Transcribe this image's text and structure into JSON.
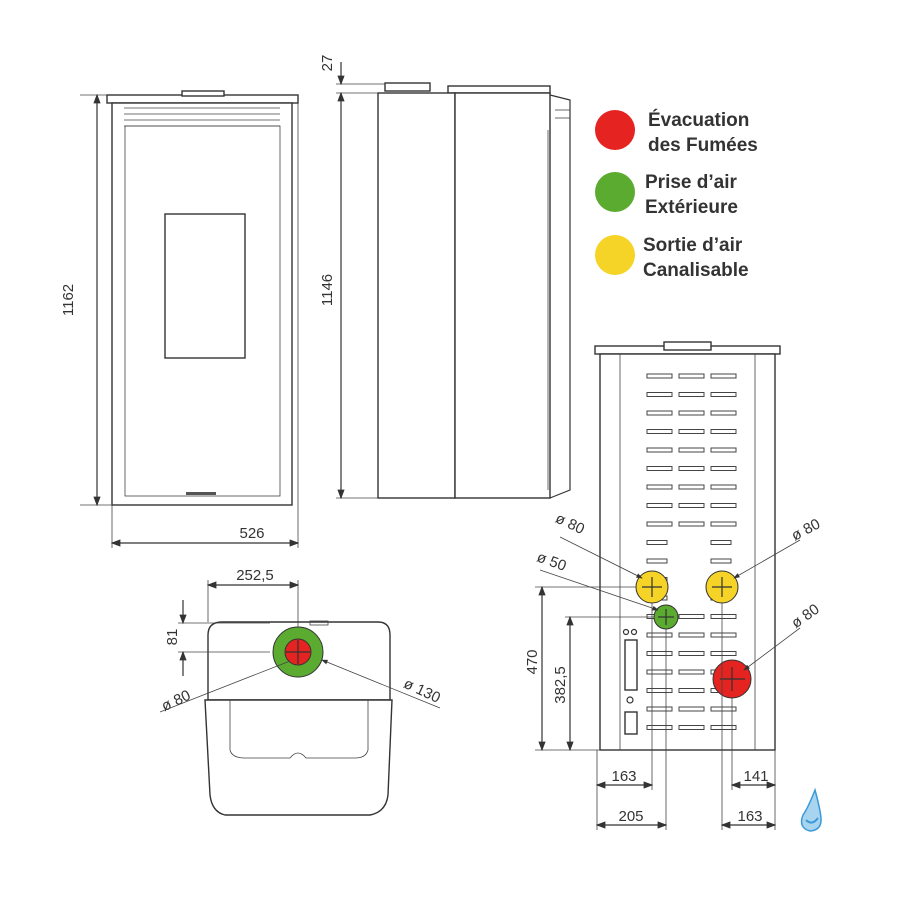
{
  "legend": [
    {
      "line1": "Évacuation",
      "line2": "des Fumées",
      "color": "#e52421"
    },
    {
      "line1": "Prise d’air",
      "line2": "Extérieure",
      "color": "#5aab2f"
    },
    {
      "line1": "Sortie d’air",
      "line2": "Canalisable",
      "color": "#f6d327"
    }
  ],
  "front_view": {
    "height": "1162",
    "width": "526"
  },
  "side_view": {
    "height": "1146",
    "top_offset": "27"
  },
  "top_view": {
    "offset_x": "252,5",
    "offset_y": "81",
    "inner_diameter": "ø 80",
    "outer_diameter": "ø 130"
  },
  "rear_view": {
    "d_left_yellow": "ø 80",
    "d_right_yellow": "ø 80",
    "d_green": "ø 50",
    "d_red": "ø 80",
    "h_yellow": "470",
    "h_green": "382,5",
    "b_left_1": "163",
    "b_right_1": "141",
    "b_left_2": "205",
    "b_right_2": "163"
  },
  "logo_color": "#3a9ad9"
}
